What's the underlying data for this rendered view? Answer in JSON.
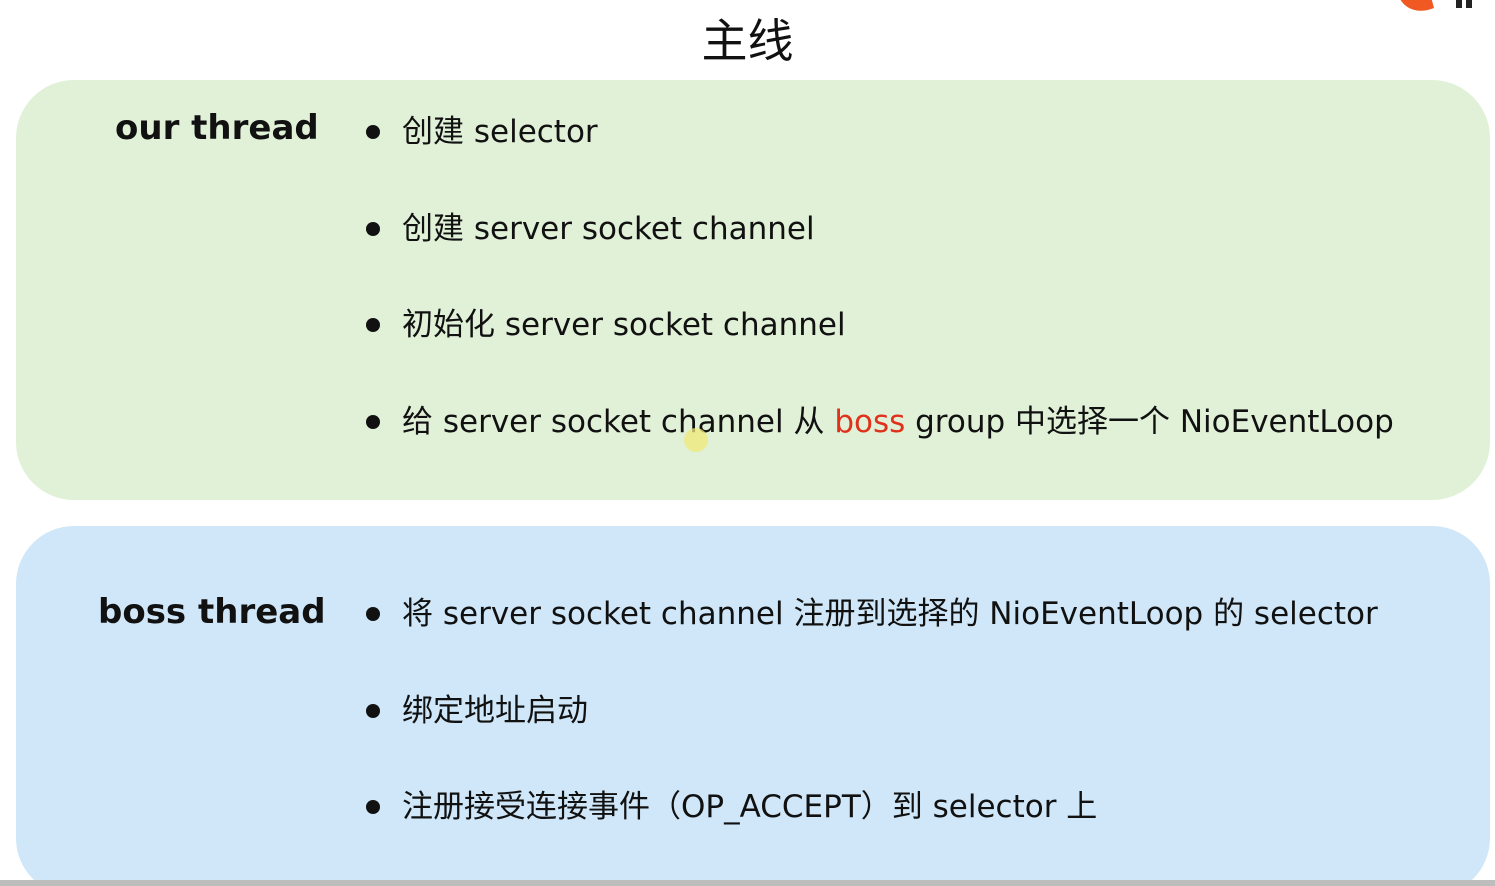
{
  "slide": {
    "title": "主线"
  },
  "panels": [
    {
      "label": "our thread",
      "color": "#e1f1d8",
      "bullets": [
        "创建 selector",
        "创建 server socket channel",
        "初始化 server socket channel",
        {
          "before": "给 server socket channel 从 ",
          "highlight": "boss",
          "after": " group 中选择一个 NioEventLoop"
        }
      ]
    },
    {
      "label": "boss thread",
      "color": "#cfe7f8",
      "bullets": [
        "将 server socket channel 注册到选择的 NioEventLoop 的 selector",
        "绑定地址启动",
        "注册接受连接事件（OP_ACCEPT）到 selector 上"
      ]
    }
  ],
  "colors": {
    "highlight": "#e0311b",
    "logo": "#f05a22",
    "cursor": "#f0e878"
  },
  "icons": {
    "logo": "brand-logo-icon",
    "cursor": "mouse-cursor-highlight"
  }
}
